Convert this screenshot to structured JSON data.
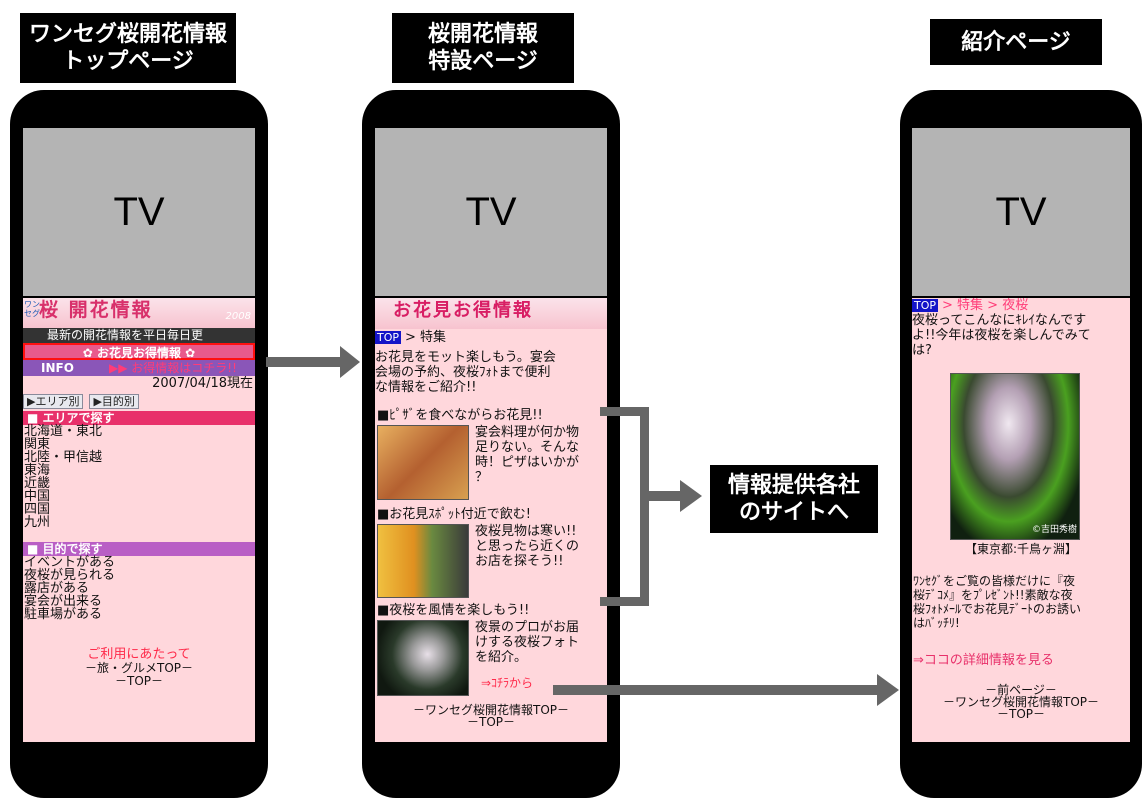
{
  "labels": {
    "left": [
      "ワンセグ桜開花情報",
      "トップページ"
    ],
    "middle": [
      "桜開花情報",
      "特設ページ"
    ],
    "right": [
      "紹介ページ"
    ],
    "callout": [
      "情報提供各社",
      "のサイトへ"
    ]
  },
  "tv_label": "TV",
  "top_page": {
    "banner_title": "桜 開花情報",
    "banner_badge": "ワンセグ",
    "banner_year": "2008",
    "ticker": "最新の開花情報を平日毎日更",
    "special_bar": "✿ お花見お得情報 ✿",
    "info_label": "INFO",
    "info_text": "▶▶ お得情報はコチラ!!",
    "date": "2007/04/18現在",
    "btn_area": "▶エリア別",
    "btn_purpose": "▶目的別",
    "area_header": "■ エリアで探す",
    "areas": [
      "北海道・東北",
      "関東",
      "北陸・甲信越",
      "東海",
      "近畿",
      "中国",
      "四国",
      "九州"
    ],
    "purpose_header": "■ 目的で探す",
    "purposes": [
      "イベントがある",
      "夜桜が見られる",
      "露店がある",
      "宴会が出来る",
      "駐車場がある"
    ],
    "footer_red": "ご利用にあたって",
    "footer_1": "－旅・グルメTOP－",
    "footer_2": "－TOP－"
  },
  "special_page": {
    "banner_title": "お花見お得情報",
    "crumb_top": "TOP",
    "crumb": "> 特集",
    "intro": [
      "お花見をモット楽しもう。宴会",
      "会場の予約、夜桜ﾌｫﾄまで便利",
      "な情報をご紹介!!"
    ],
    "items": [
      {
        "title": "■ﾋﾟｻﾞを食べながらお花見!!",
        "desc": [
          "宴会料理が何か物",
          "足りない。そんな",
          "時！ピザはいかが",
          "？"
        ]
      },
      {
        "title": "■お花見ｽﾎﾟｯﾄ付近で飲む!",
        "desc": [
          "夜桜見物は寒い!!",
          "と思ったら近くの",
          "お店を探そう!!"
        ]
      },
      {
        "title": "■夜桜を風情を楽しもう!!",
        "desc": [
          "夜景のプロがお届",
          "けする夜桜フォト",
          "を紹介。"
        ]
      }
    ],
    "kochira": "⇒ｺﾁﾗから",
    "footer_1": "－ワンセグ桜開花情報TOP－",
    "footer_2": "－TOP－"
  },
  "intro_page": {
    "crumb_top": "TOP",
    "crumb": "> 特集 > 夜桜",
    "text": [
      "夜桜ってこんなにｷﾚｲなんです",
      "よ!!今年は夜桜を楽しんでみて",
      "は?"
    ],
    "photo_credit": "©吉田秀樹",
    "caption": "【東京都:千鳥ヶ淵】",
    "body": [
      "ﾜﾝｾｸﾞをご覧の皆様だけに『夜",
      "桜ﾃﾞｺﾒ』をﾌﾟﾚｾﾞﾝﾄ!!素敵な夜",
      "桜ﾌｫﾄﾒｰﾙでお花見ﾃﾞｰﾄのお誘い",
      "はﾊﾞｯﾁﾘ!"
    ],
    "detail_link": "⇒ココの詳細情報を見る",
    "footer_1": "－前ページ－",
    "footer_2": "－ワンセグ桜開花情報TOP－",
    "footer_3": "－TOP－"
  }
}
